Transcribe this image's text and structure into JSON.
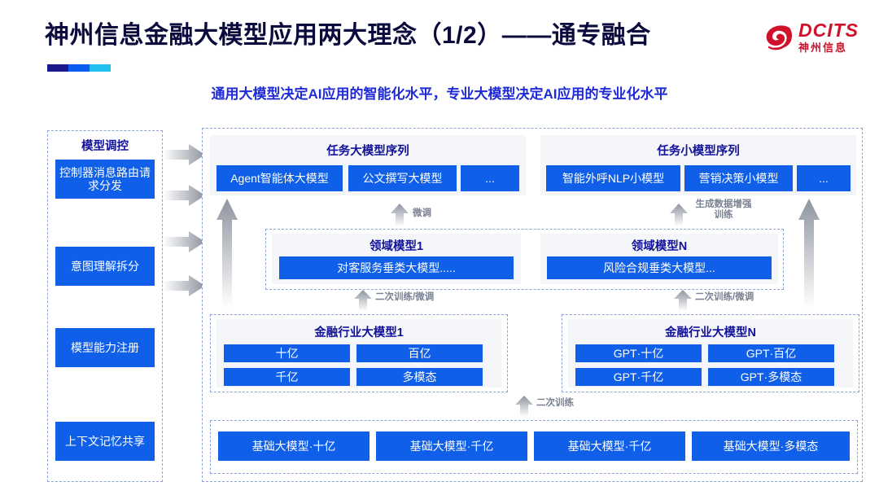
{
  "header": {
    "title": "神州信息金融大模型应用两大理念（1/2）——通专融合",
    "subtitle": "通用大模型决定AI应用的智能化水平，专业大模型决定AI应用的专业化水平",
    "accent_bar_colors": [
      "#1a1a8c",
      "#0a5cf0",
      "#22c0f0"
    ]
  },
  "logo": {
    "mark": "swirl-icon",
    "name_en": "DCITS",
    "name_cn": "神州信息",
    "color": "#d0112b"
  },
  "colors": {
    "blue_box": "#0f5fe8",
    "title_navy": "#0a0a3c",
    "group_title": "#11119a",
    "subtitle": "#1e2ad6",
    "panel_bg": "#f4f6f9",
    "dashed_border": "#8ea4d8",
    "arrow_grey": "#9aa0ab",
    "label_grey": "#7a8193"
  },
  "sidebar": {
    "title": "模型调控",
    "items": [
      {
        "label": "控制器消息路由请求分发"
      },
      {
        "label": "意图理解拆分"
      },
      {
        "label": "模型能力注册"
      },
      {
        "label": "上下文记忆共享"
      }
    ]
  },
  "task_large": {
    "title": "任务大模型序列",
    "items": [
      "Agent智能体大模型",
      "公文撰写大模型",
      "..."
    ]
  },
  "task_small": {
    "title": "任务小模型序列",
    "items": [
      "智能外呼NLP小模型",
      "营销决策小模型",
      "..."
    ]
  },
  "domain_models": [
    {
      "title": "领域模型1",
      "item": "对客服务垂类大模型....."
    },
    {
      "title": "领域模型N",
      "item": "风险合规垂类大模型..."
    }
  ],
  "industry_models": [
    {
      "title": "金融行业大模型1",
      "items": [
        "十亿",
        "百亿",
        "千亿",
        "多模态"
      ]
    },
    {
      "title": "金融行业大模型N",
      "items": [
        "GPT·十亿",
        "GPT·百亿",
        "GPT·千亿",
        "GPT·多模态"
      ]
    }
  ],
  "foundation_models": {
    "items": [
      "基础大模型·十亿",
      "基础大模型·千亿",
      "基础大模型·千亿",
      "基础大模型·多模态"
    ]
  },
  "arrow_labels": {
    "finetune": "微调",
    "data_augment": "生成数据增强训练",
    "retrain_finetune_left": "二次训练/微调",
    "retrain_finetune_right": "二次训练/微调",
    "retrain": "二次训练"
  }
}
